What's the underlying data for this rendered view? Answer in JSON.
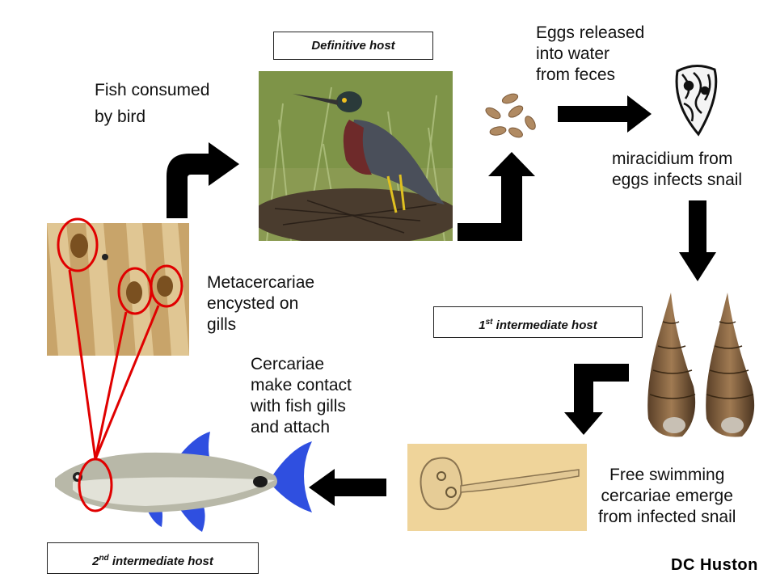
{
  "labels": {
    "definitive_host": "Definitive  host",
    "first_host_sup": "st",
    "first_host_num": "1",
    "first_host_rest": " intermediate  host",
    "second_host_num": "2",
    "second_host_sup": "nd",
    "second_host_rest": " intermediate  host"
  },
  "captions": {
    "fish_consumed_1": "Fish consumed",
    "fish_consumed_2": "by bird",
    "eggs_1": "Eggs released",
    "eggs_2": "into water",
    "eggs_3": "from feces",
    "miracidium_1": "miracidium from",
    "miracidium_2": "eggs infects snail",
    "metacercariae_1": "Metacercariae",
    "metacercariae_2": "encysted on",
    "metacercariae_3": "gills",
    "cercariae_contact_1": "Cercariae",
    "cercariae_contact_2": "make contact",
    "cercariae_contact_3": "with fish gills",
    "cercariae_contact_4": "and attach",
    "free_swimming_1": "Free swimming",
    "free_swimming_2": "cercariae emerge",
    "free_swimming_3": "from infected snail"
  },
  "credit": "DC Huston",
  "colors": {
    "arrow": "#000000",
    "highlight": "#e00000",
    "fin": "#2f4fe0"
  }
}
